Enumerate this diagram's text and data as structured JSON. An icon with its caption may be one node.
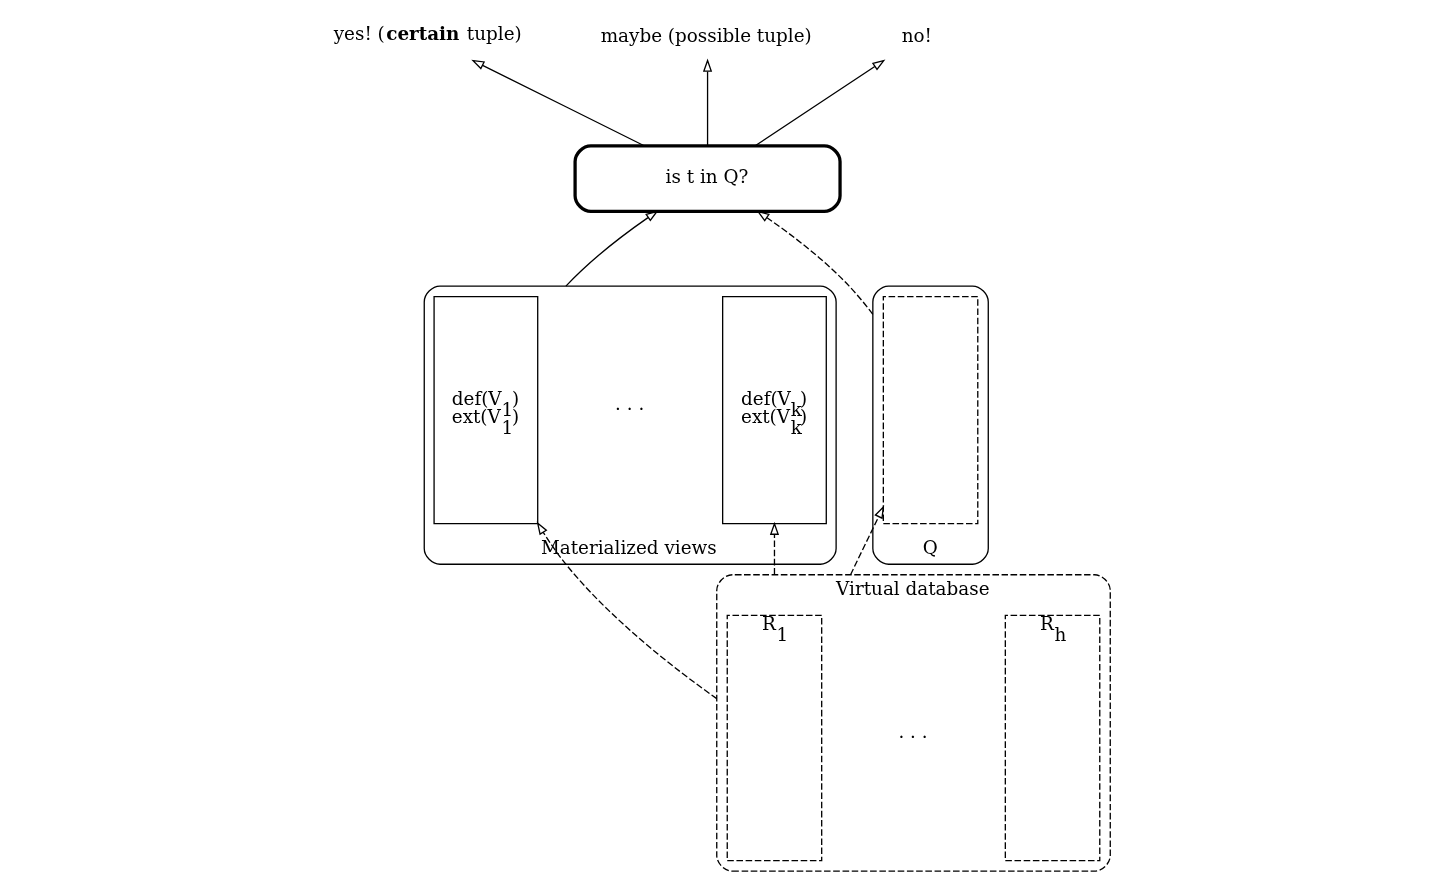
{
  "diagram": {
    "nodes": [
      {
        "text": [
          "is t in Q?"
        ]
      },
      {
        "text": [
          "yes! (**certain** tuple)"
        ]
      },
      {
        "text": [
          "maybe (possible tuple)"
        ]
      },
      {
        "text": [
          "no!"
        ]
      },
      {
        "text": [
          "Materialized views"
        ]
      },
      {
        "text": [
          "def(V$_{1}$)",
          "ext(V$_{1}$)"
        ],
        "in": 4
      },
      {
        "text": [
          "def(V$_{k}$)",
          "ext(V$_{k}$)"
        ],
        "in": 4
      },
      {
        "text": [
          "Virtual database"
        ]
      },
      {
        "text": [
          "R$_{1}$"
        ],
        "in": 7
      },
      {
        "text": [
          "R$_{h}$"
        ],
        "in": 7
      },
      {
        "text": [
          "Q"
        ]
      },
      {
        "text": [],
        "shape": "box",
        "in": 10
      }
    ],
    "edges": [
      {
        "from": 4,
        "to": 0,
        "arrow": "to"
      },
      {
        "from": 0,
        "to": 1,
        "arrow": "to"
      },
      {
        "from": 0,
        "to": 2,
        "arrow": "to"
      },
      {
        "from": 0,
        "to": 3,
        "arrow": "to"
      },
      {
        "from": 10,
        "to": 0,
        "arrow": "to",
        "style": "dashed"
      },
      {
        "from": 7,
        "to": 5,
        "arrow": "to",
        "style": "dashed"
      },
      {
        "from": 7,
        "to": 6,
        "arrow": "to",
        "style": "dashed"
      },
      {
        "from": 7,
        "to": 11,
        "arrow": "to",
        "style": "dashed"
      }
    ],
    "labels": [
      "· · ·",
      "· · ·"
    ]
  }
}
